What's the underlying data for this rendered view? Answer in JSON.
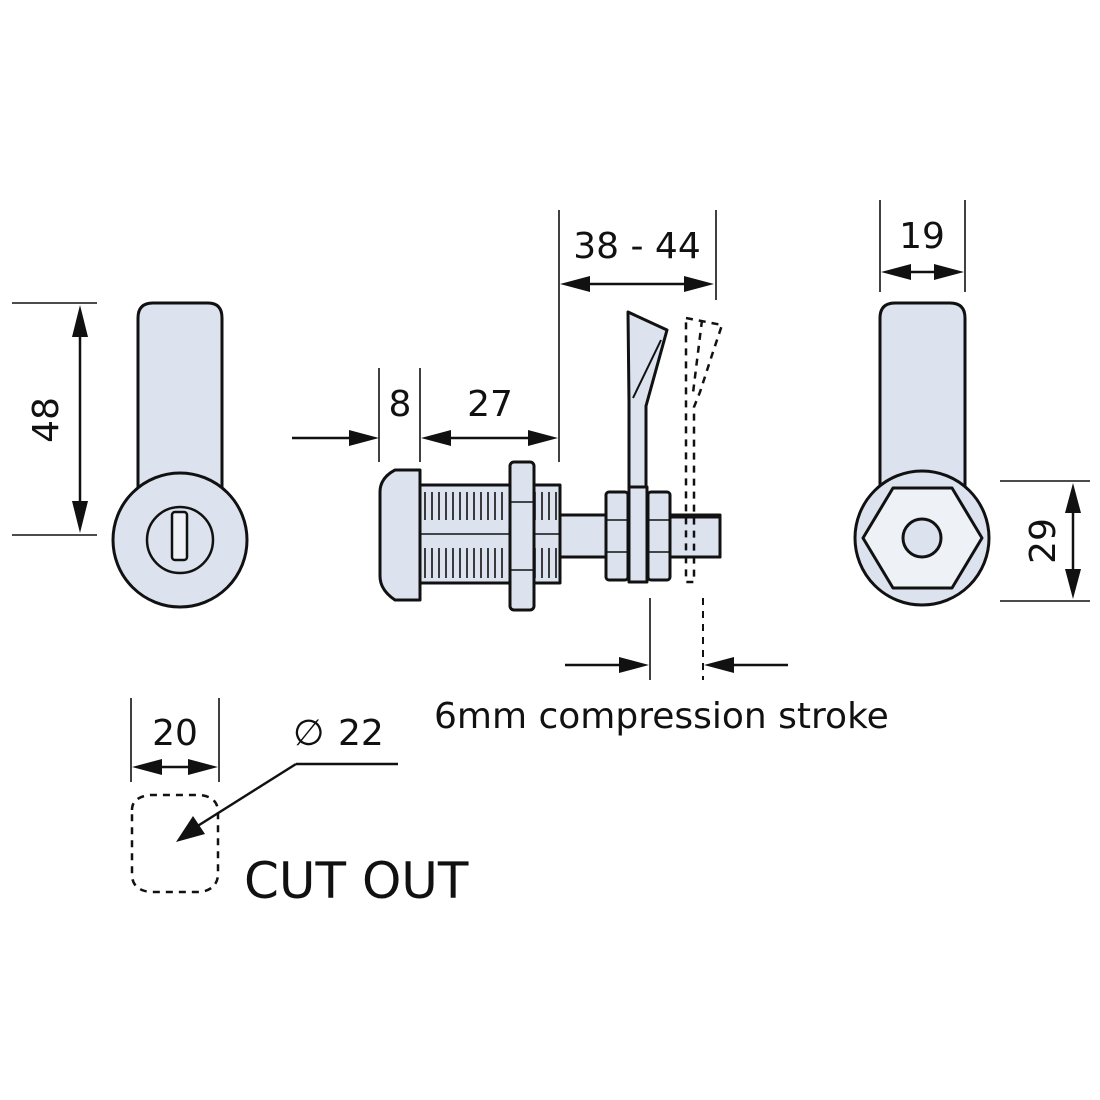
{
  "dimensions": {
    "height_front": "48",
    "flange_depth": "8",
    "body_length": "27",
    "cam_range": "38 - 44",
    "width_rear": "19",
    "nut_height": "29",
    "cutout_width": "20",
    "cutout_diameter": "22"
  },
  "labels": {
    "compression_stroke": "6mm compression stroke",
    "cut_out": "CUT OUT",
    "diameter_symbol": "∅"
  },
  "colors": {
    "part_fill": "#dde3ee",
    "outline": "#111111",
    "background": "#ffffff"
  }
}
